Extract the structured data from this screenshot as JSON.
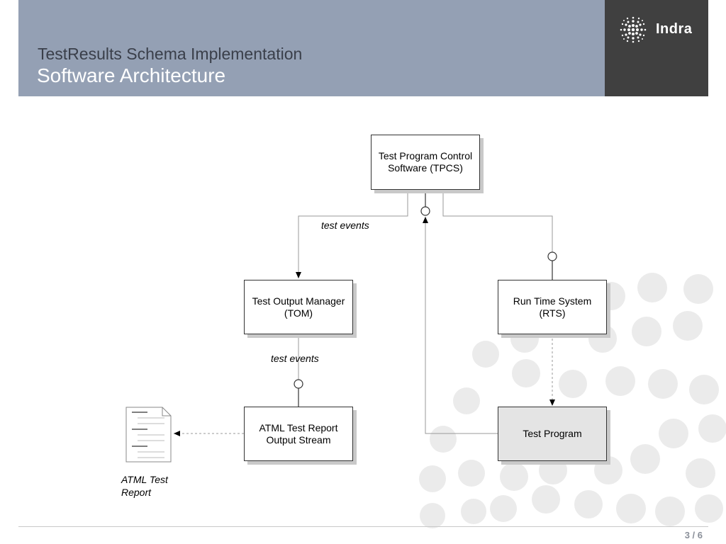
{
  "header": {
    "subtitle": "TestResults Schema Implementation",
    "title": "Software Architecture",
    "logo_text": "Indra"
  },
  "diagram": {
    "nodes": {
      "tpcs": "Test Program Control Software (TPCS)",
      "tom": "Test Output Manager (TOM)",
      "rts": "Run Time System (RTS)",
      "atml_stream": "ATML Test Report Output Stream",
      "test_program": "Test Program"
    },
    "edge_labels": {
      "tpcs_to_tom": "test events",
      "tom_to_stream": "test events"
    },
    "document_label": "ATML Test Report"
  },
  "footer": {
    "page": "3 / 6"
  },
  "colors": {
    "header_bg": "#94a0b4",
    "logo_bg": "#404040",
    "node_grey": "#e4e4e4"
  }
}
